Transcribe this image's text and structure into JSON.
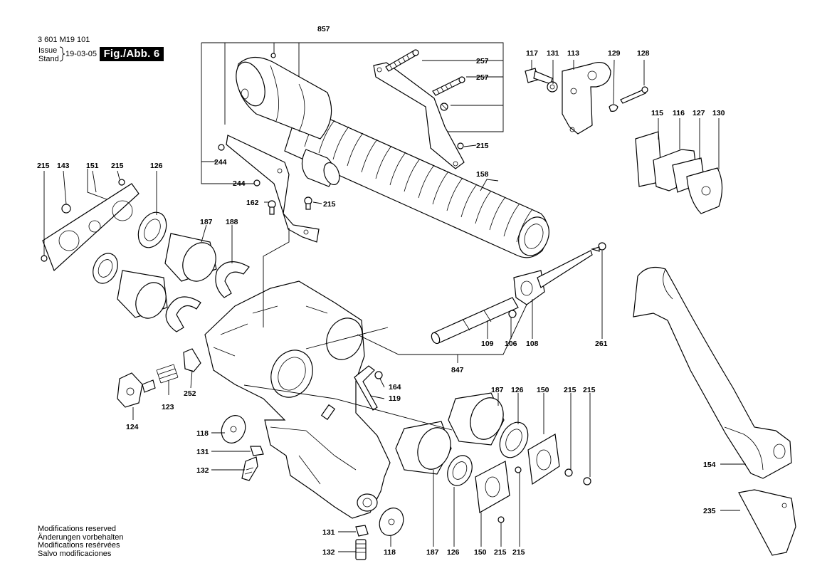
{
  "header": {
    "doc_number": "3 601 M19 101",
    "issue_label": "Issue",
    "stand_label": "Stand",
    "date": "19-03-05",
    "figure": "Fig./Abb. 6"
  },
  "footer": {
    "lines": [
      "Modifications reserved",
      "Änderungen vorbehalten",
      "Modifications resérvées",
      "Salvo modificaciones"
    ]
  },
  "part_labels": [
    "857",
    "257",
    "257",
    "215",
    "158",
    "244",
    "244",
    "117",
    "131",
    "113",
    "129",
    "128",
    "115",
    "116",
    "127",
    "130",
    "215",
    "143",
    "151",
    "215",
    "126",
    "162",
    "215",
    "187",
    "188",
    "109",
    "106",
    "108",
    "261",
    "847",
    "123",
    "252",
    "124",
    "164",
    "119",
    "187",
    "126",
    "150",
    "215",
    "215",
    "118",
    "131",
    "132",
    "154",
    "235",
    "131",
    "132",
    "118",
    "187",
    "126",
    "150",
    "215",
    "215"
  ]
}
